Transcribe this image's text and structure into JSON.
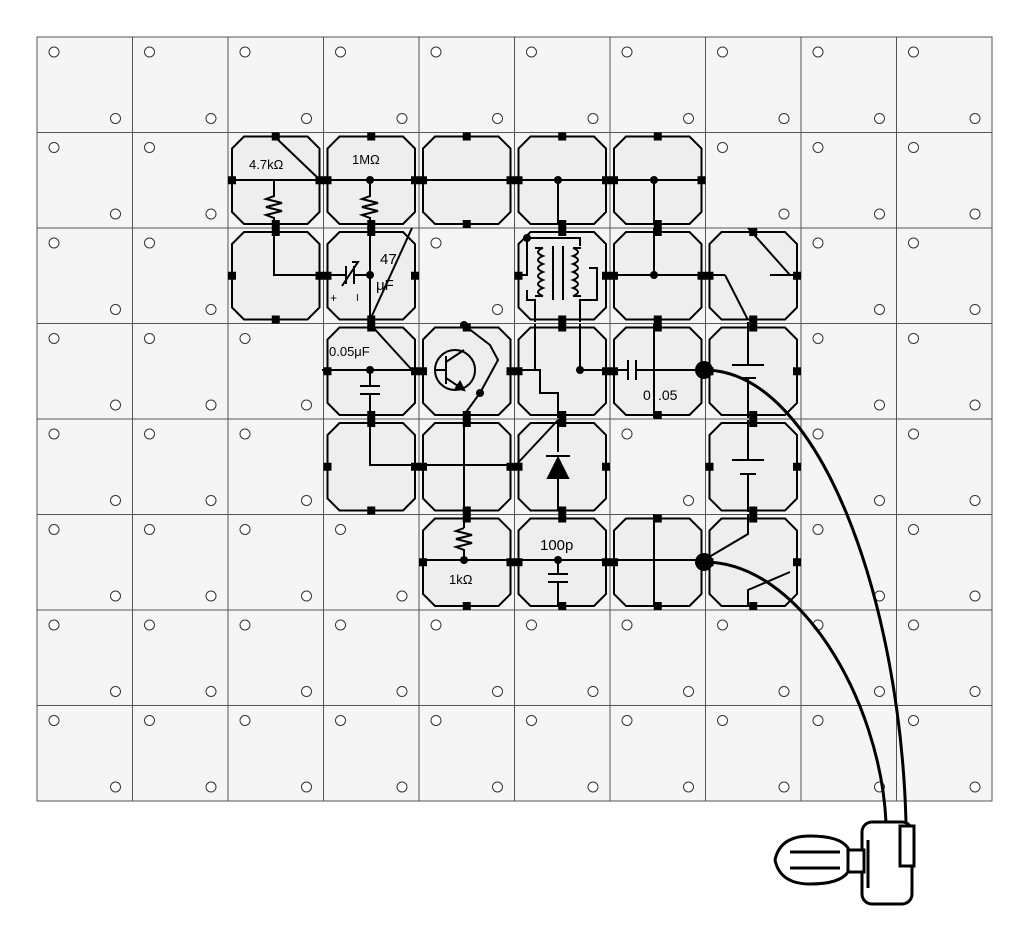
{
  "board": {
    "cols": 10,
    "rows": 8
  },
  "colors": {
    "line": "#000000",
    "block": "#eeeeee",
    "board": "#f5f5f5",
    "grid": "#555555"
  },
  "labels": {
    "r_4k7": "4.7kΩ",
    "r_1m": "1MΩ",
    "c_47_value": "47",
    "c_47_unit": "μF",
    "c_47_plus": "+",
    "c_47_minus": "I",
    "c_005u": "0.05μF",
    "c_005_right_a": "0",
    "c_005_right_b": ".05",
    "c_100p": "100p",
    "r_1k": "1kΩ"
  },
  "components": [
    {
      "id": "resistor-4k7",
      "type": "resistor",
      "label": "4.7kΩ"
    },
    {
      "id": "resistor-1m",
      "type": "resistor",
      "label": "1MΩ"
    },
    {
      "id": "capacitor-47uf",
      "type": "electrolytic-capacitor",
      "label": "47 μF"
    },
    {
      "id": "capacitor-0.05uf",
      "type": "capacitor",
      "label": "0.05μF"
    },
    {
      "id": "transistor",
      "type": "pnp-transistor"
    },
    {
      "id": "transformer",
      "type": "transformer"
    },
    {
      "id": "capacitor-0.05",
      "type": "capacitor",
      "label": "0 .05"
    },
    {
      "id": "diode",
      "type": "diode"
    },
    {
      "id": "resistor-1k",
      "type": "resistor",
      "label": "1kΩ"
    },
    {
      "id": "capacitor-100p",
      "type": "capacitor",
      "label": "100p"
    },
    {
      "id": "switch",
      "type": "switch"
    },
    {
      "id": "battery-1",
      "type": "battery"
    },
    {
      "id": "battery-2",
      "type": "battery"
    },
    {
      "id": "earphone",
      "type": "earphone"
    }
  ]
}
